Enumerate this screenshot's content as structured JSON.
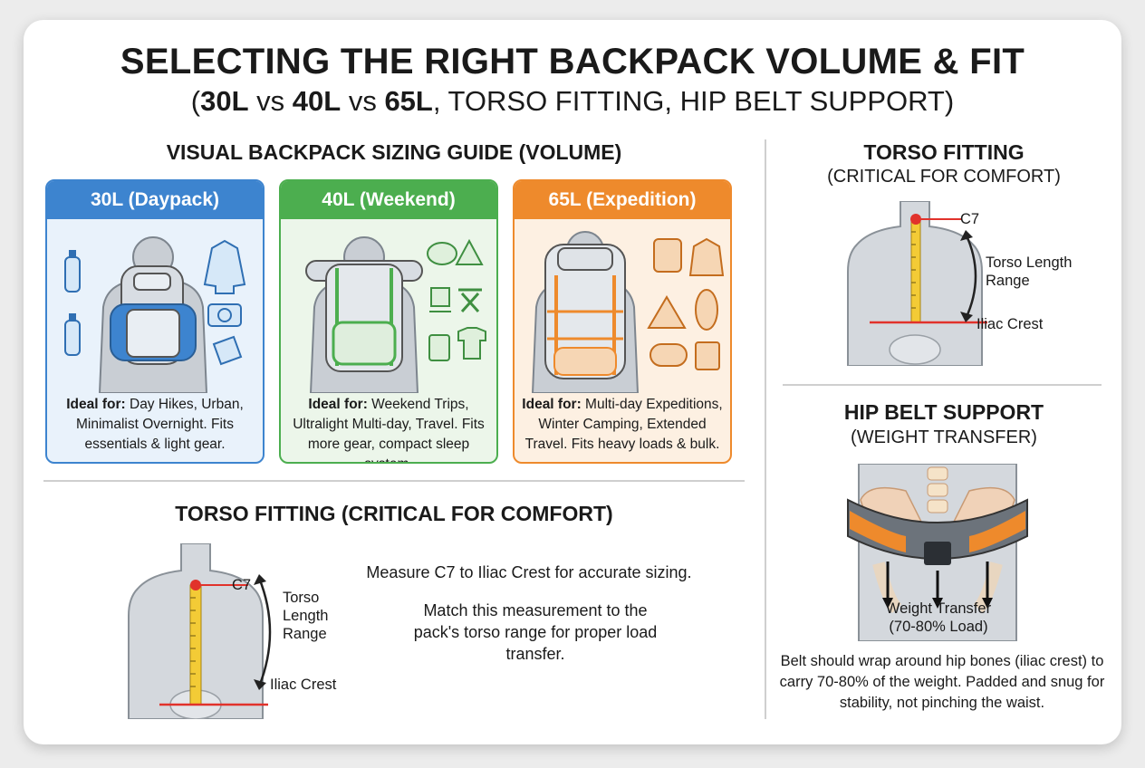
{
  "title": "SELECTING THE RIGHT BACKPACK VOLUME & FIT",
  "subtitle": {
    "open": "(",
    "v30": "30L",
    "vs1": " vs ",
    "v40": "40L",
    "vs2": " vs ",
    "v65": "65L",
    "rest": ", TORSO FITTING, HIP BELT SUPPORT)"
  },
  "sizing_guide": {
    "heading": "VISUAL BACKPACK SIZING GUIDE (VOLUME)",
    "cards": [
      {
        "title": "30L (Daypack)",
        "ideal_label": "Ideal for:",
        "ideal_text": " Day Hikes, Urban, Minimalist Overnight. Fits essentials & light gear.",
        "color": "#3d84cf"
      },
      {
        "title": "40L (Weekend)",
        "ideal_label": "Ideal for:",
        "ideal_text": " Weekend Trips, Ultralight Multi-day, Travel. Fits more gear, compact sleep system.",
        "color": "#4cae4f"
      },
      {
        "title": "65L (Expedition)",
        "ideal_label": "Ideal for:",
        "ideal_text": " Multi-day Expeditions, Winter Camping, Extended Travel. Fits heavy loads & bulk.",
        "color": "#ee8a2c"
      }
    ]
  },
  "torso_bottom": {
    "heading": "TORSO FITTING (CRITICAL FOR COMFORT)",
    "c7_label": "C7",
    "range_label_1": "Torso",
    "range_label_2": "Length",
    "range_label_3": "Range",
    "iliac_label": "Iliac Crest",
    "measure_text": "Measure C7 to Iliac Crest for accurate sizing.",
    "match_text": "Match this measurement to the pack's torso range for proper load transfer."
  },
  "torso_right": {
    "heading": "TORSO FITTING",
    "subheading": "(CRITICAL FOR COMFORT)",
    "c7_label": "C7",
    "range_label_1": "Torso Length",
    "range_label_2": "Range",
    "iliac_label": "Iliac Crest"
  },
  "hip_belt": {
    "heading": "HIP BELT SUPPORT",
    "subheading": "(WEIGHT TRANSFER)",
    "transfer_label_1": "Weight Transfer",
    "transfer_label_2": "(70-80% Load)",
    "description": "Belt should wrap around hip bones (iliac crest) to carry 70-80% of the weight. Padded and snug for stability, not pinching the waist."
  }
}
